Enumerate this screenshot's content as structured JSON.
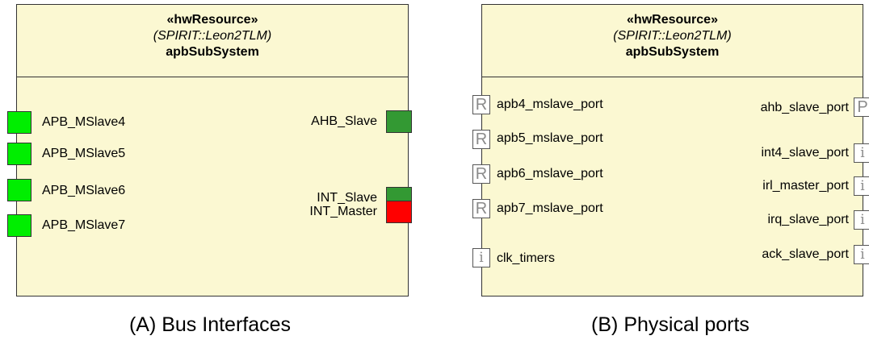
{
  "colors": {
    "block_fill": "#fbf8d2",
    "port_light_green": "#00ee00",
    "port_dark_green": "#339933",
    "port_red": "#ff0000"
  },
  "diagram_a": {
    "stereotype": "«hwResource»",
    "type": "(SPIRIT::Leon2TLM)",
    "name": "apbSubSystem",
    "left_ports": [
      "APB_MSlave4",
      "APB_MSlave5",
      "APB_MSlave6",
      "APB_MSlave7"
    ],
    "right_ports": [
      "AHB_Slave",
      "INT_Slave",
      "INT_Master"
    ],
    "caption": "(A) Bus Interfaces"
  },
  "diagram_b": {
    "stereotype": "«hwResource»",
    "type": "(SPIRIT::Leon2TLM)",
    "name": "apbSubSystem",
    "left_ports": [
      {
        "icon": "R",
        "label": "apb4_mslave_port"
      },
      {
        "icon": "R",
        "label": "apb5_mslave_port"
      },
      {
        "icon": "R",
        "label": "apb6_mslave_port"
      },
      {
        "icon": "R",
        "label": "apb7_mslave_port"
      },
      {
        "icon": "i",
        "label": "clk_timers"
      }
    ],
    "right_ports": [
      {
        "icon": "P",
        "label": "ahb_slave_port"
      },
      {
        "icon": "i",
        "label": "int4_slave_port"
      },
      {
        "icon": "i",
        "label": "irl_master_port"
      },
      {
        "icon": "i",
        "label": "irq_slave_port"
      },
      {
        "icon": "i",
        "label": "ack_slave_port"
      }
    ],
    "caption": "(B) Physical ports"
  }
}
